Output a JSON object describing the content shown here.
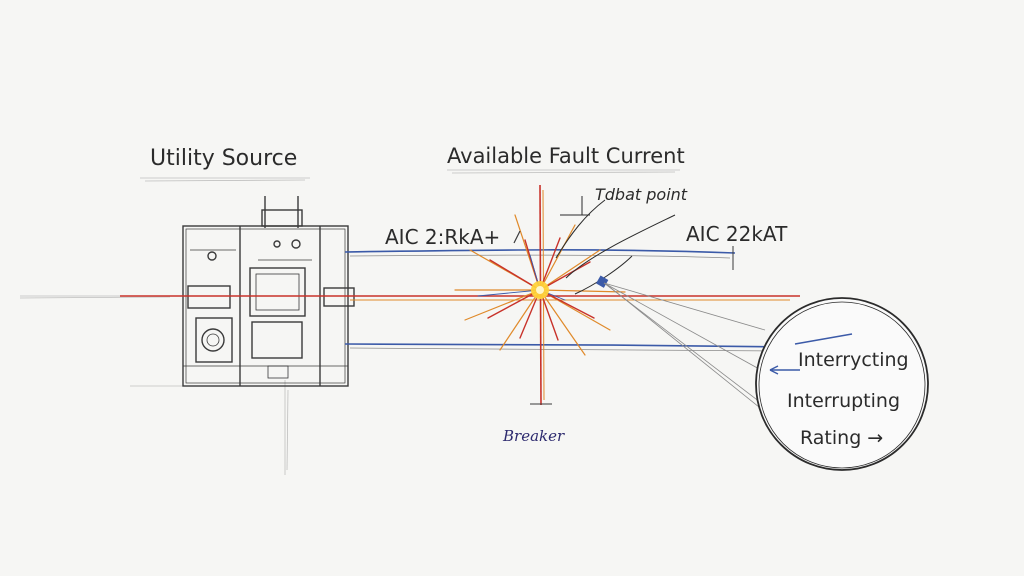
{
  "labels": {
    "utility_source": "Utility Source",
    "available_fault_current": "Available Fault Current",
    "fault_point": "Tdbat point",
    "aic_left": "AIC 2:RkA+",
    "aic_right": "AIC 22kAT",
    "breaker": "Breaker",
    "magnifier_line1": "Interrycting",
    "magnifier_line2": "Interrupting",
    "magnifier_line3": "Rating →"
  },
  "colors": {
    "pencil": "#3a3a3a",
    "blue_line": "#3b5aa8",
    "red_line": "#c8322a",
    "orange_line": "#e08a2a",
    "spark_core": "#ffd23a",
    "script_ink": "#2d2a6e"
  }
}
